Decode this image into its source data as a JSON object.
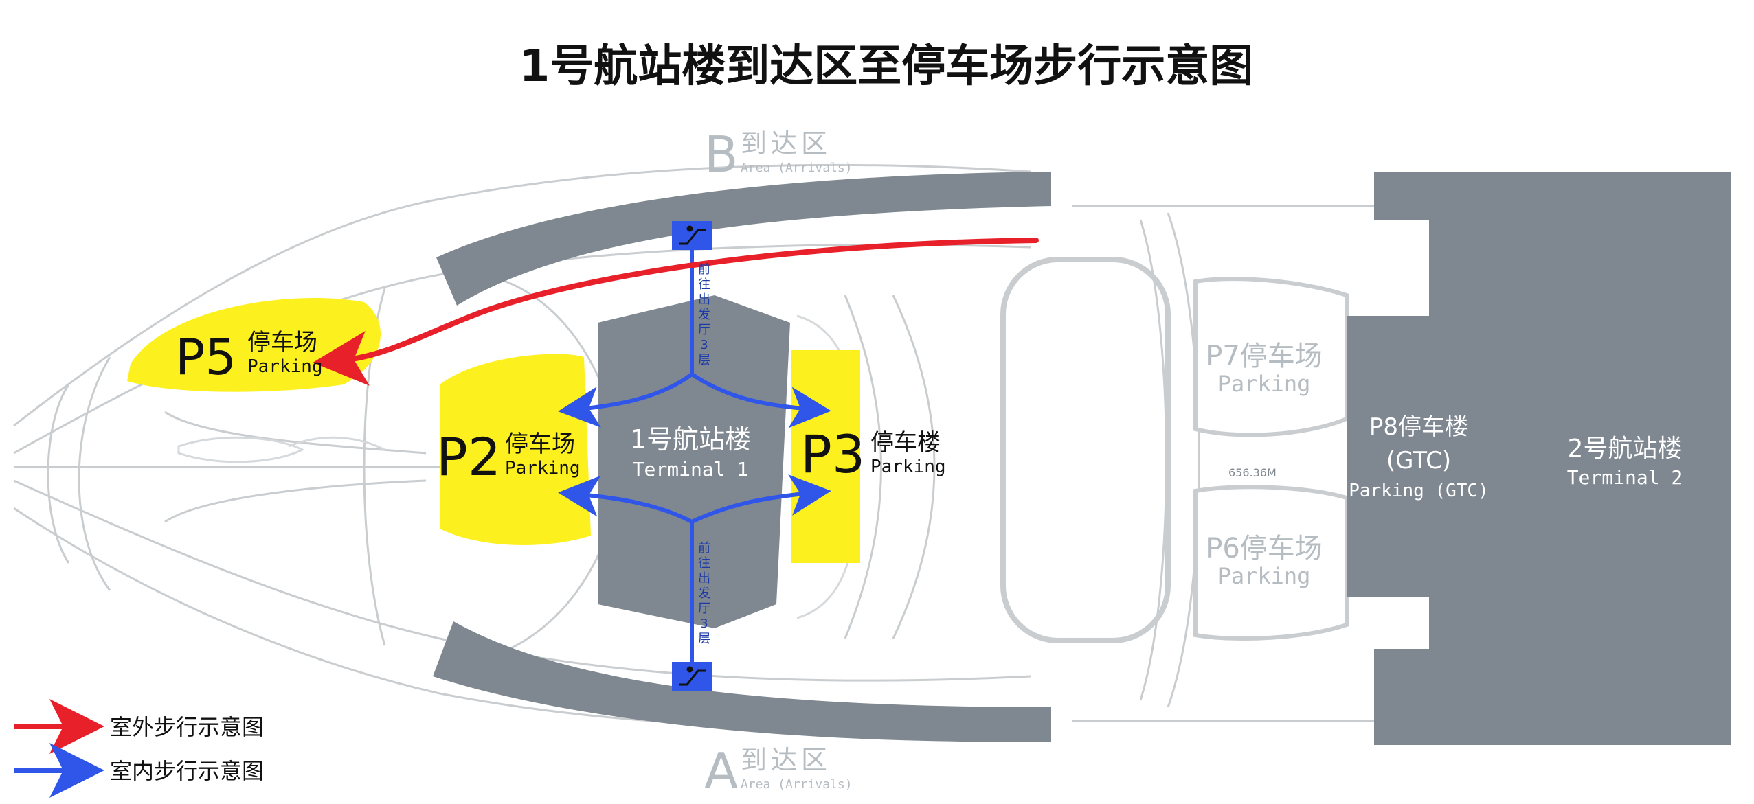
{
  "title": "1号航站楼到达区至停车场步行示意图",
  "areas": {
    "b": {
      "letter": "B",
      "name": "到达区",
      "sub": "Area (Arrivals)"
    },
    "a": {
      "letter": "A",
      "name": "到达区",
      "sub": "Area (Arrivals)"
    }
  },
  "parkings": {
    "p5": {
      "code": "P5",
      "name": "停车场",
      "en": "Parking"
    },
    "p2": {
      "code": "P2",
      "name": "停车场",
      "en": "Parking"
    },
    "p3": {
      "code": "P3",
      "name": "停车楼",
      "en": "Parking"
    },
    "p7": {
      "name": "P7停车场",
      "en": "Parking"
    },
    "p6": {
      "name": "P6停车场",
      "en": "Parking"
    },
    "p8": {
      "name": "P8停车楼",
      "sub": "(GTC)",
      "en": "Parking (GTC)"
    }
  },
  "terminals": {
    "t1": {
      "name": "1号航站楼",
      "en": "Terminal 1"
    },
    "t2": {
      "name": "2号航站楼",
      "en": "Terminal 2"
    }
  },
  "escalator_note": [
    "前",
    "往",
    "出",
    "发",
    "厅",
    "3",
    "层"
  ],
  "distance_label": "656.36M",
  "legend": {
    "outdoor": "室外步行示意图",
    "indoor": "室内步行示意图"
  },
  "colors": {
    "outdoor_route": "#e8202a",
    "indoor_route": "#2f56e8",
    "parking_highlight": "#fdf01f",
    "building": "#7f8890",
    "map_lines": "#c9cdd0",
    "area_label": "#b5bcc2"
  },
  "icons": [
    "escalator-icon"
  ]
}
